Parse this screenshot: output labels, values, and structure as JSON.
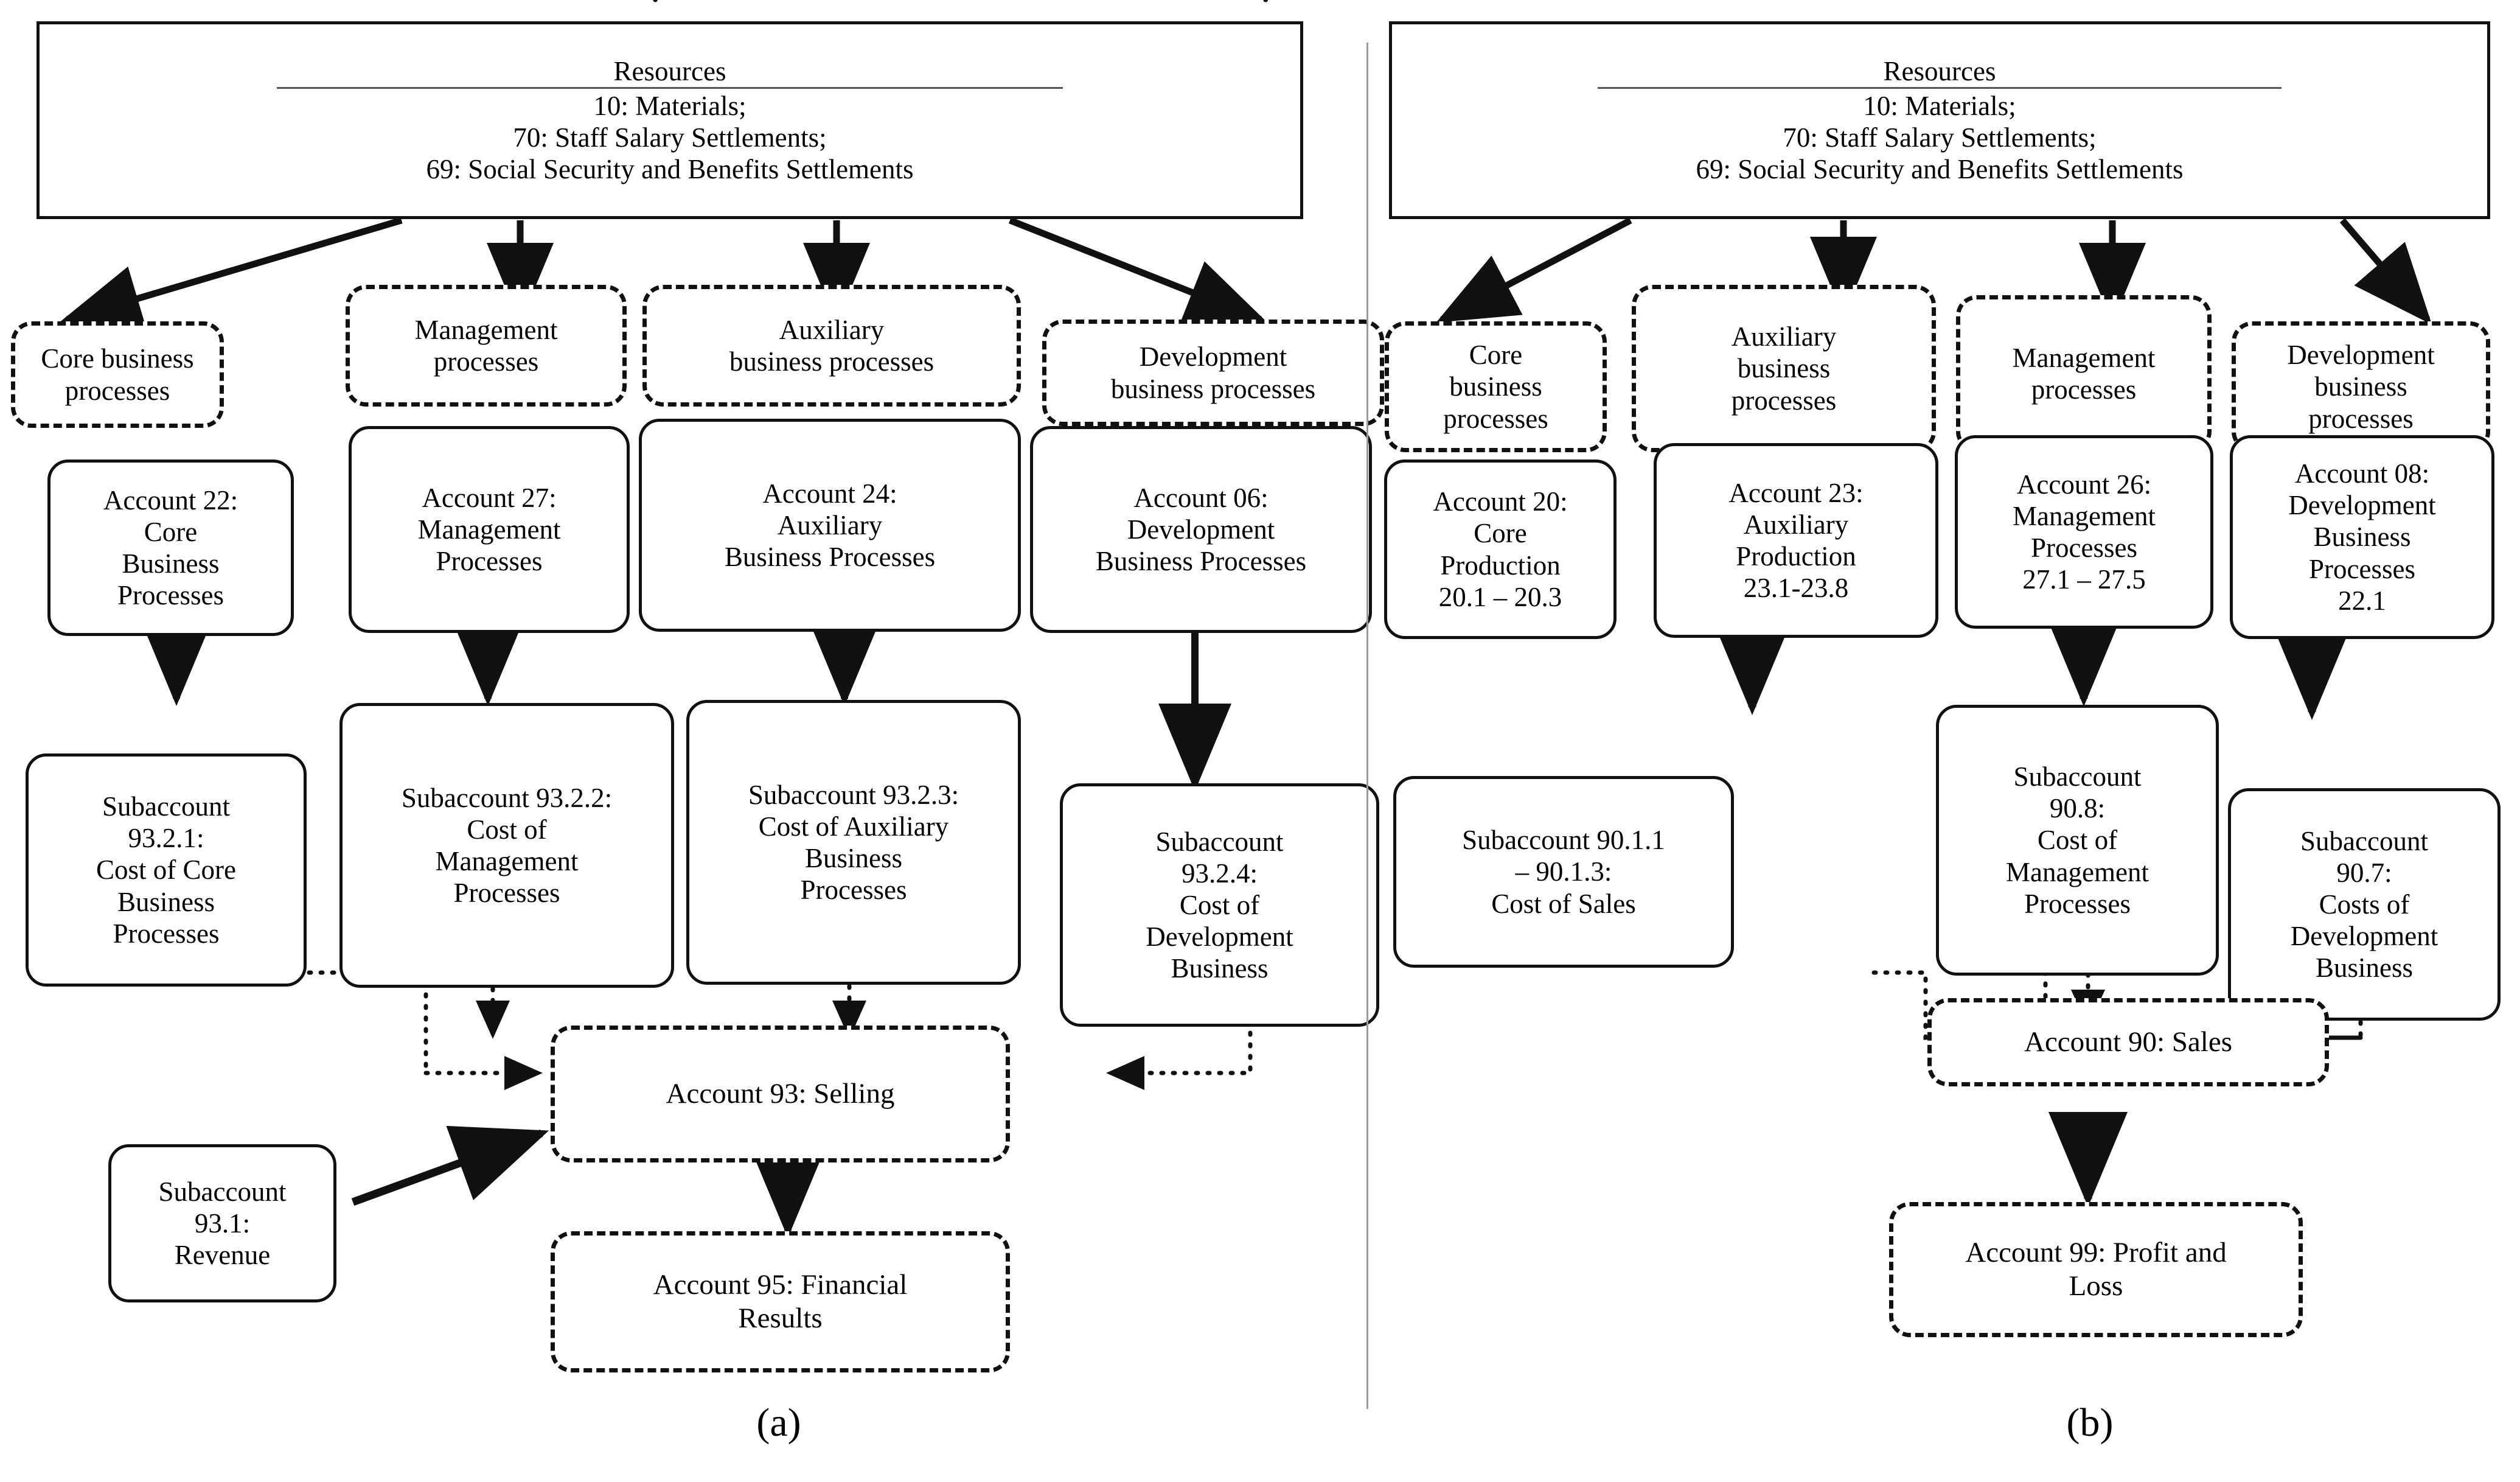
{
  "figure": {
    "caption_a": "(a)",
    "caption_b": "(b)"
  },
  "panel_a": {
    "resources": {
      "title": "Resources",
      "line1": "10: Materials;",
      "line2": "70: Staff Salary Settlements;",
      "line3": "69: Social Security and Benefits Settlements"
    },
    "categories": [
      {
        "id": "core",
        "label": "Core business\nprocesses"
      },
      {
        "id": "management",
        "label": "Management\nprocesses"
      },
      {
        "id": "auxiliary",
        "label": "Auxiliary\nbusiness processes"
      },
      {
        "id": "development",
        "label": "Development\nbusiness processes"
      }
    ],
    "accounts": [
      {
        "id": "acc22",
        "label": "Account 22:\nCore\nBusiness\nProcesses"
      },
      {
        "id": "acc27",
        "label": "Account 27:\nManagement\nProcesses"
      },
      {
        "id": "acc24",
        "label": "Account 24:\nAuxiliary\nBusiness Processes"
      },
      {
        "id": "acc06",
        "label": "Account 06:\nDevelopment\nBusiness Processes"
      }
    ],
    "subaccounts": [
      {
        "id": "sub9321",
        "label": "Subaccount\n93.2.1:\nCost of Core\nBusiness\nProcesses"
      },
      {
        "id": "sub9322",
        "label": "Subaccount 93.2.2:\nCost of\nManagement\nProcesses"
      },
      {
        "id": "sub9323",
        "label": "Subaccount 93.2.3:\nCost of Auxiliary\nBusiness\nProcesses"
      },
      {
        "id": "sub9324",
        "label": "Subaccount\n93.2.4:\nCost of\nDevelopment\nBusiness"
      }
    ],
    "revenue": {
      "id": "sub931",
      "label": "Subaccount\n93.1:\nRevenue"
    },
    "selling": {
      "id": "acc93",
      "label": "Account 93: Selling"
    },
    "result": {
      "id": "acc95",
      "label": "Account 95: Financial\nResults"
    }
  },
  "panel_b": {
    "resources": {
      "title": "Resources",
      "line1": "10: Materials;",
      "line2": "70: Staff Salary Settlements;",
      "line3": "69: Social Security and Benefits Settlements"
    },
    "categories": [
      {
        "id": "core",
        "label": "Core\nbusiness\nprocesses"
      },
      {
        "id": "auxiliary",
        "label": "Auxiliary\nbusiness\nprocesses"
      },
      {
        "id": "management",
        "label": "Management\nprocesses"
      },
      {
        "id": "development",
        "label": "Development\nbusiness\nprocesses"
      }
    ],
    "accounts": [
      {
        "id": "acc20",
        "label": "Account 20:\nCore\nProduction\n20.1 – 20.3"
      },
      {
        "id": "acc23",
        "label": "Account 23:\nAuxiliary\nProduction\n23.1-23.8"
      },
      {
        "id": "acc26",
        "label": "Account 26:\nManagement\nProcesses\n27.1 – 27.5"
      },
      {
        "id": "acc08",
        "label": "Account 08:\nDevelopment\nBusiness\nProcesses\n22.1"
      }
    ],
    "subaccounts": [
      {
        "id": "sub9011",
        "label": "Subaccount 90.1.1\n– 90.1.3:\nCost of Sales"
      },
      {
        "id": "sub908",
        "label": "Subaccount\n90.8:\nCost of\nManagement\nProcesses"
      },
      {
        "id": "sub907",
        "label": "Subaccount\n90.7:\nCosts of\nDevelopment\nBusiness"
      }
    ],
    "sales": {
      "id": "acc90",
      "label": "Account 90: Sales"
    },
    "result": {
      "id": "acc99",
      "label": "Account 99: Profit and\nLoss"
    }
  },
  "colors": {
    "stroke": "#111111",
    "divider": "#9a9a9a",
    "background": "#ffffff"
  }
}
